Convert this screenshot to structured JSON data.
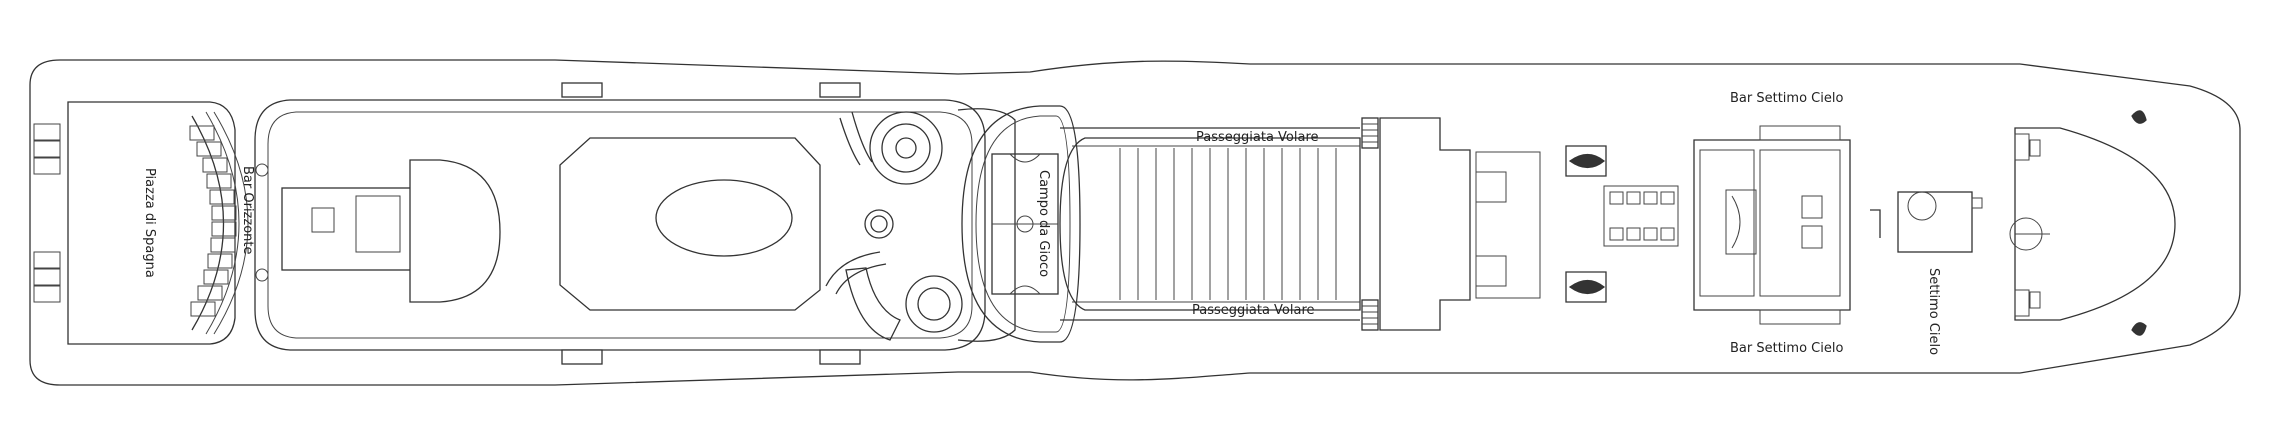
{
  "labels": {
    "piazza_di_spagna": "Piazza di Spagna",
    "bar_orizzonte": "Bar Orizzonte",
    "campo_da_gioco": "Campo da Gioco",
    "passeggiata_volare_top": "Passeggiata Volare",
    "passeggiata_volare_bottom": "Passeggiata Volare",
    "bar_settimo_cielo_top": "Bar Settimo Cielo",
    "bar_settimo_cielo_bottom": "Bar Settimo Cielo",
    "settimo_cielo": "Settimo Cielo"
  },
  "colors": {
    "line": "#333333",
    "background": "#ffffff"
  }
}
